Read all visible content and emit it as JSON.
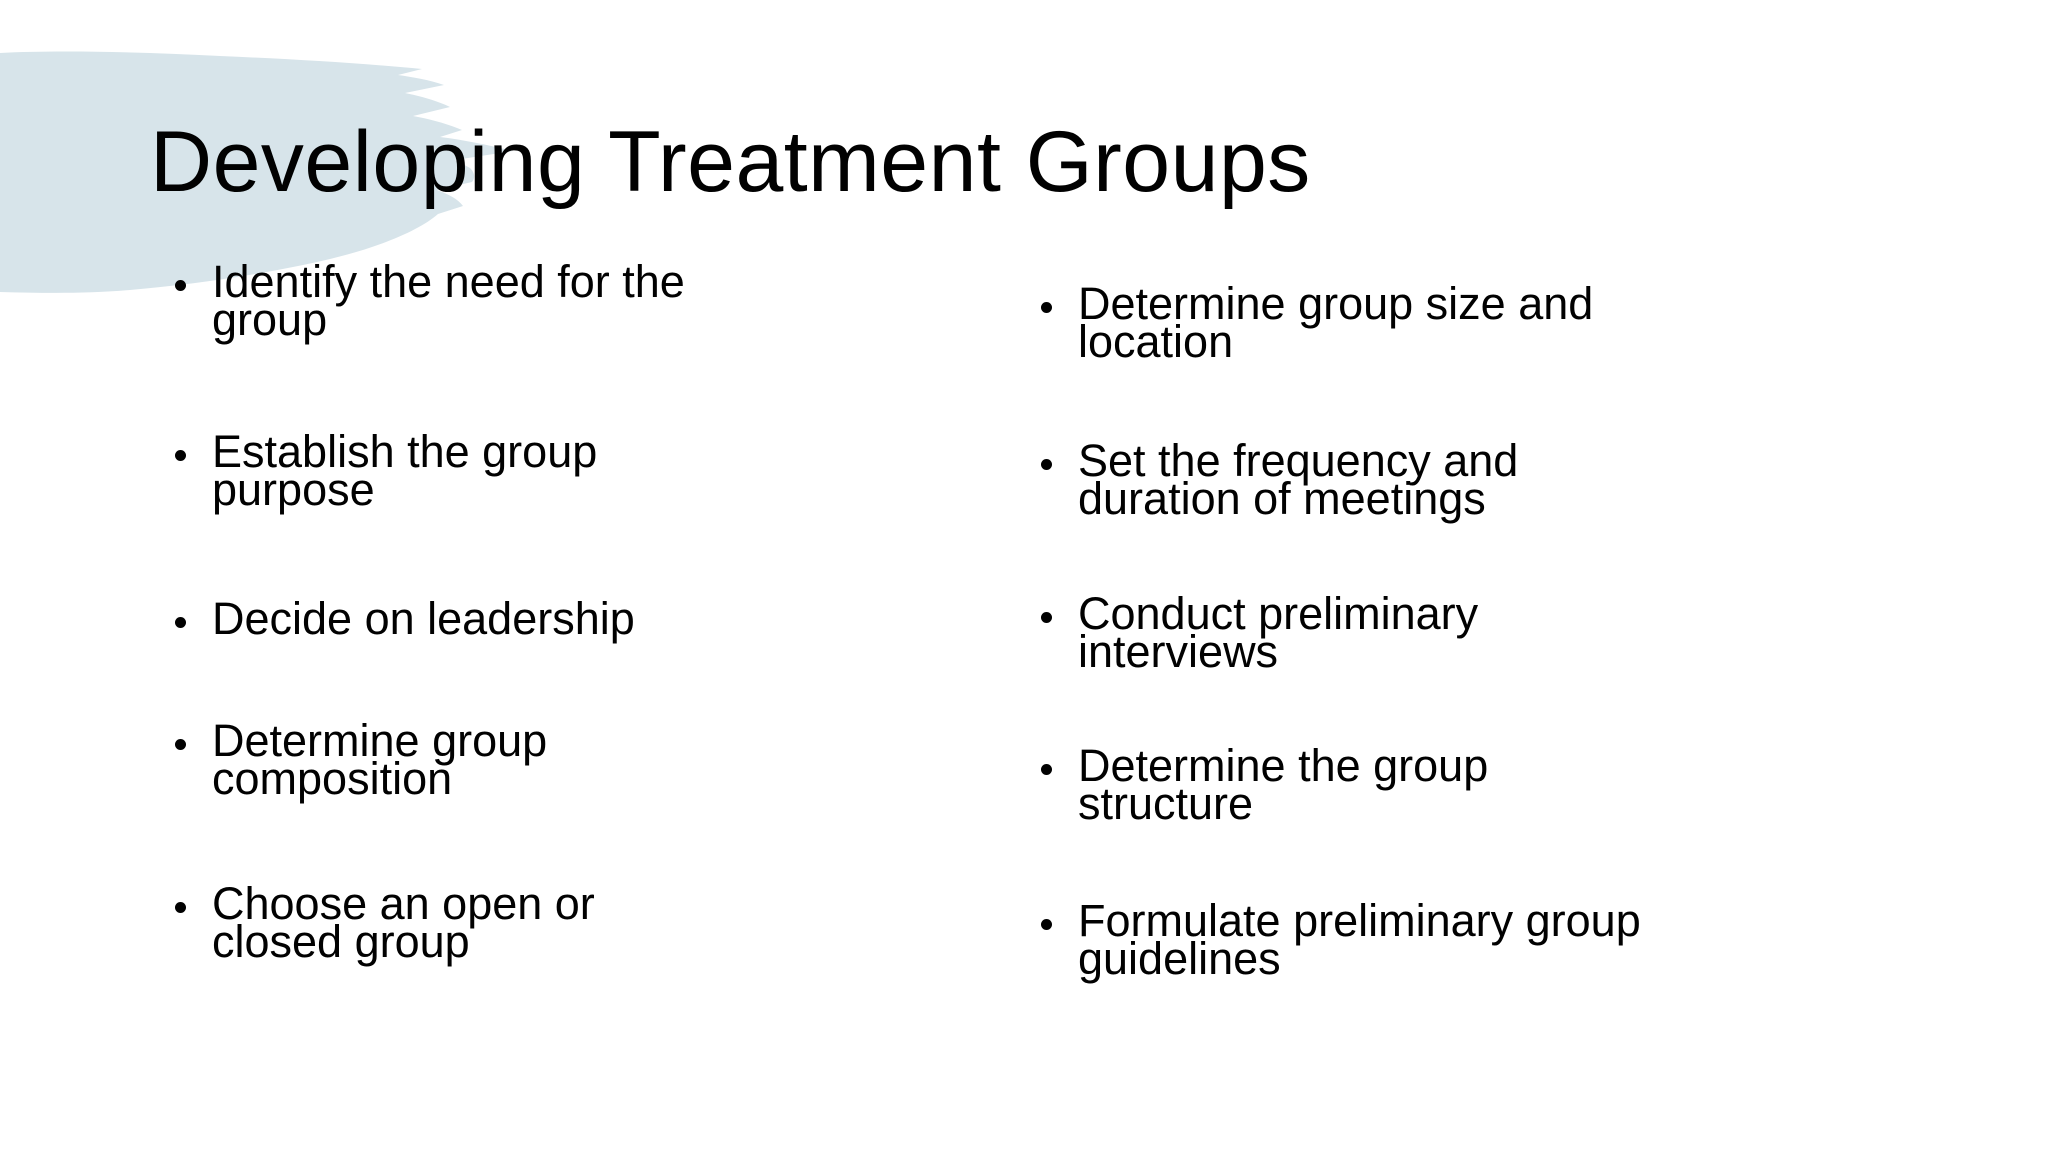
{
  "slide": {
    "title": "Developing Treatment Groups",
    "background_color": "#ffffff",
    "text_color": "#010101",
    "brush_color": "#d7e4ea",
    "columns": {
      "left": {
        "items": [
          {
            "lines": [
              "Identify the need for the",
              "group"
            ]
          },
          {
            "lines": [
              "Establish the group",
              "purpose"
            ]
          },
          {
            "lines": [
              "Decide on leadership"
            ]
          },
          {
            "lines": [
              "Determine group",
              "composition"
            ]
          },
          {
            "lines": [
              "Choose an open or",
              "closed group"
            ]
          }
        ]
      },
      "right": {
        "items": [
          {
            "lines": [
              "Determine group size and",
              "location"
            ]
          },
          {
            "lines": [
              "Set the frequency and",
              "duration of meetings"
            ]
          },
          {
            "lines": [
              "Conduct preliminary",
              "interviews"
            ]
          },
          {
            "lines": [
              "Determine the group",
              "structure"
            ]
          },
          {
            "lines": [
              "Formulate preliminary group",
              "guidelines"
            ]
          }
        ]
      }
    }
  }
}
